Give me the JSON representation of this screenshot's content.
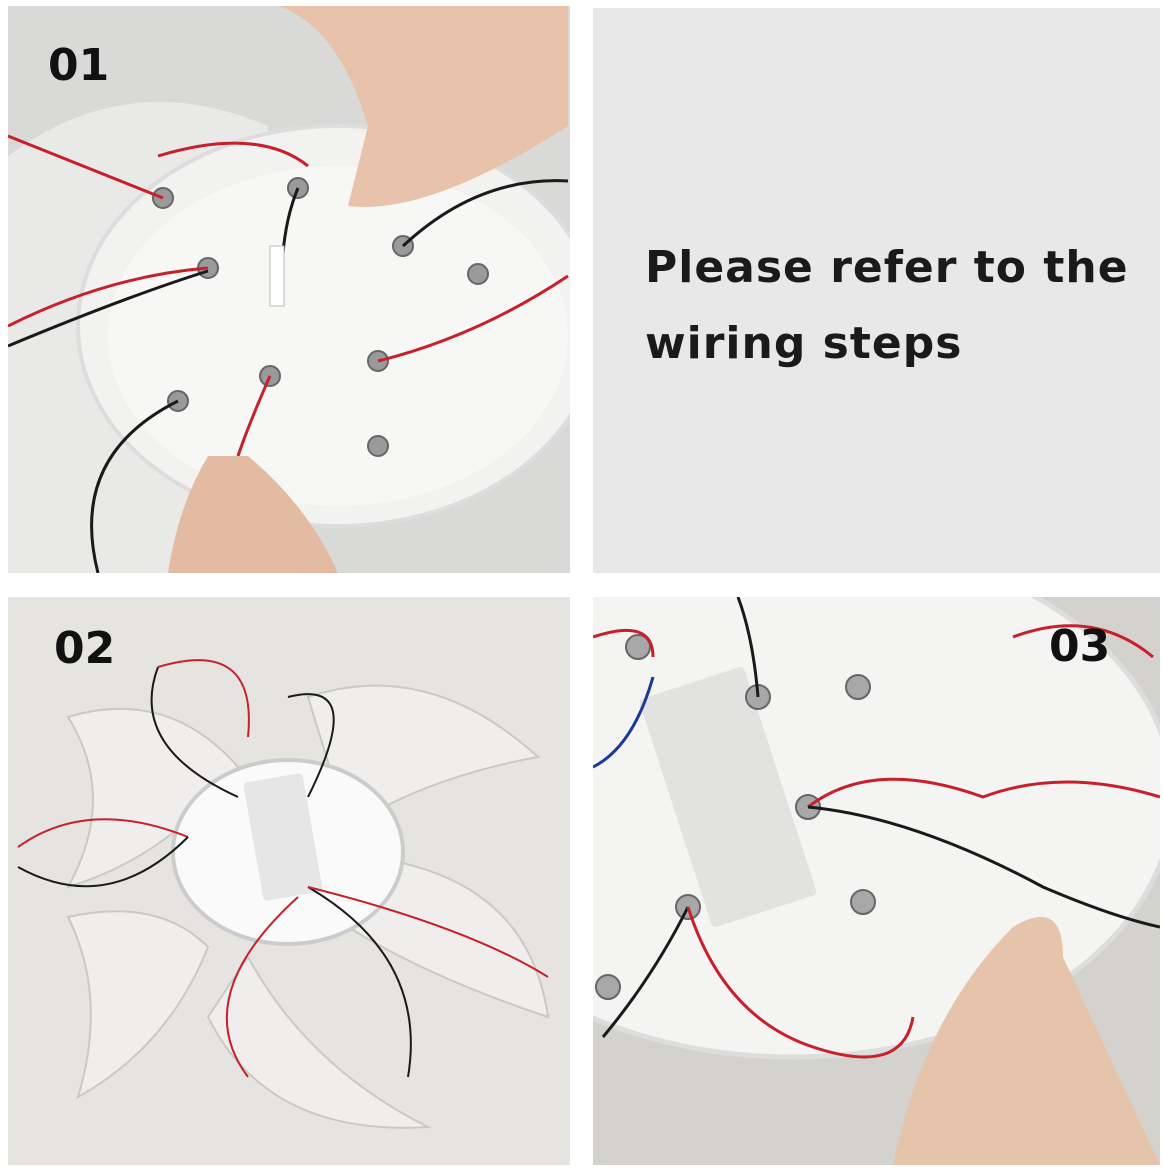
{
  "panels": [
    {
      "step": "01"
    },
    {
      "message_line1": "Please refer to the",
      "message_line2": "wiring steps"
    },
    {
      "step": "02"
    },
    {
      "step": "03"
    }
  ],
  "colors": {
    "wire_red": "#c8202a",
    "wire_black": "#1a1a1a",
    "text_panel_bg": "#e8e8e8"
  }
}
